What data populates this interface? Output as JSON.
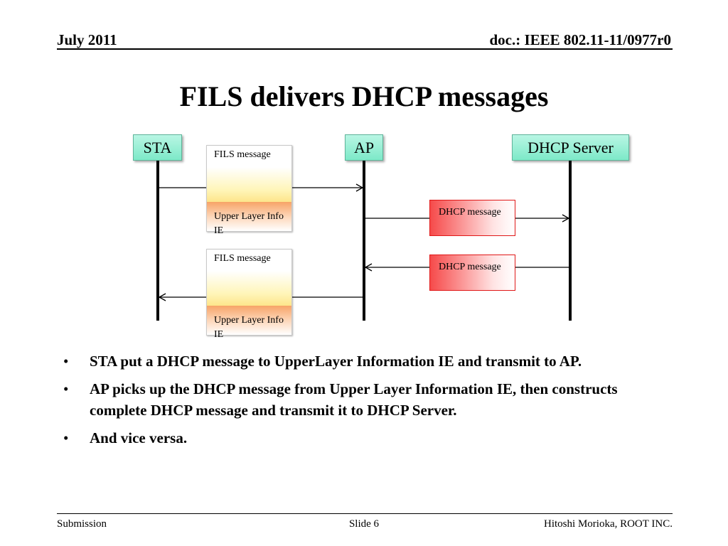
{
  "header": {
    "date": "July 2011",
    "doc_id": "doc.: IEEE 802.11-11/0977r0"
  },
  "title": "FILS delivers DHCP messages",
  "diagram": {
    "entities": {
      "sta": "STA",
      "ap": "AP",
      "server": "DHCP Server"
    },
    "fils_frames": [
      {
        "top_label": "FILS message",
        "bottom_label": "Upper Layer Info IE"
      },
      {
        "top_label": "FILS message",
        "bottom_label": "Upper Layer Info IE"
      }
    ],
    "dhcp_messages": [
      {
        "label": "DHCP message"
      },
      {
        "label": "DHCP message"
      }
    ],
    "colors": {
      "entity_fill": "#7de9c8",
      "lifeline": "#000000",
      "dhcp_border": "#e01818",
      "ie_fill": "#f7a468"
    }
  },
  "bullets": [
    "STA put a DHCP message to UpperLayer Information IE and transmit to AP.",
    "AP picks up the DHCP message from Upper Layer Information IE, then constructs complete DHCP message and transmit it to DHCP Server.",
    "And vice versa."
  ],
  "footer": {
    "left": "Submission",
    "center": "Slide 6",
    "right": "Hitoshi Morioka, ROOT INC."
  }
}
